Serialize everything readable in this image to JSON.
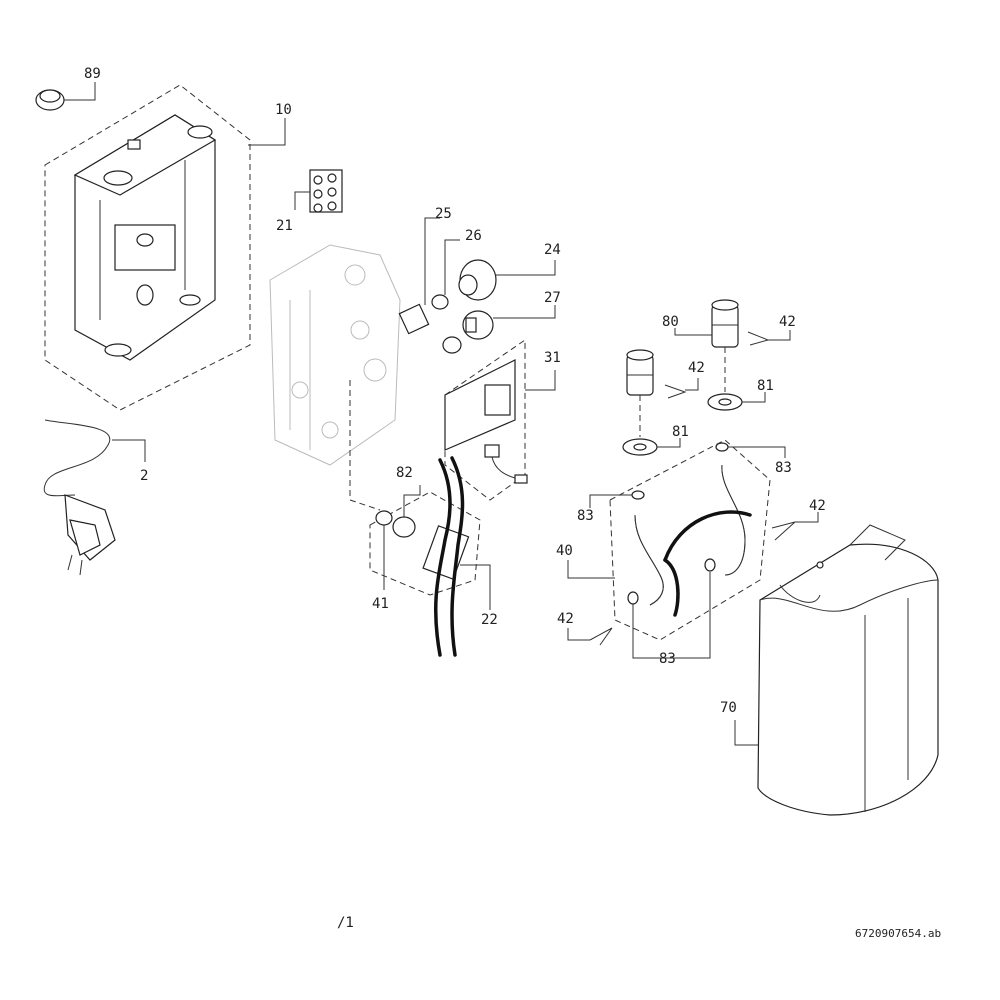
{
  "callouts": [
    "89",
    "10",
    "21",
    "25",
    "26",
    "24",
    "27",
    "31",
    "80",
    "42",
    "42",
    "81",
    "81",
    "83",
    "83",
    "42",
    "40",
    "42",
    "83",
    "82",
    "41",
    "22",
    "2",
    "70"
  ],
  "footer": {
    "sheet": "/1",
    "code": "6720907654.ab"
  }
}
